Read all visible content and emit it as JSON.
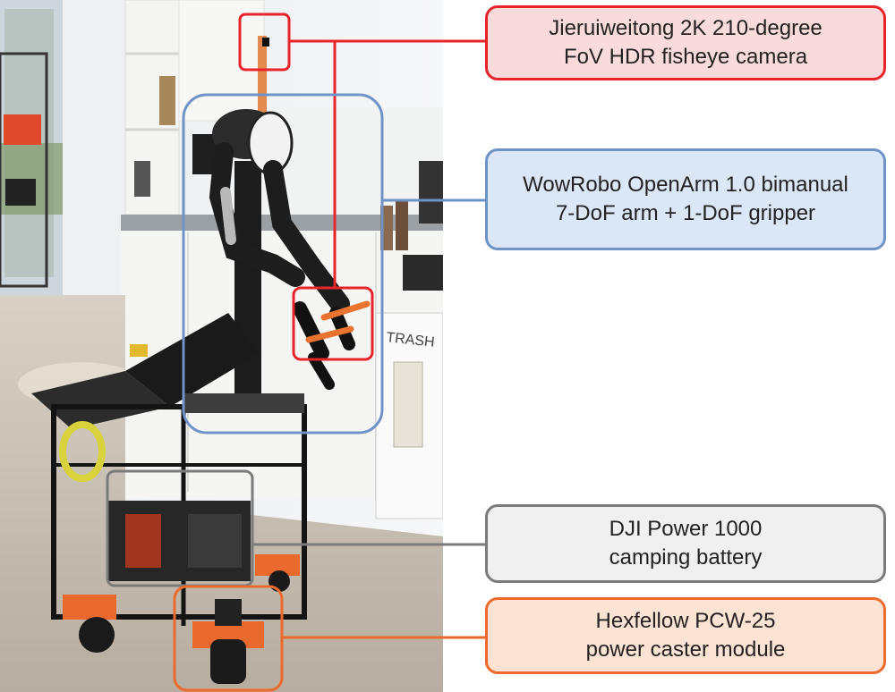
{
  "colors": {
    "camera": "#e8242b",
    "arm": "#6f93c6",
    "battery": "#7b7b7b",
    "caster": "#ec6a2c"
  },
  "photo": {
    "trash_sign": "TRASH"
  },
  "callouts": {
    "camera": {
      "line1": "Jieruiweitong 2K 210-degree",
      "line2": "FoV HDR fisheye camera"
    },
    "arm": {
      "line1": "WowRobo OpenArm 1.0 bimanual",
      "line2": "7-DoF arm + 1-DoF gripper"
    },
    "battery": {
      "line1": "DJI Power 1000",
      "line2": "camping battery"
    },
    "caster": {
      "line1": "Hexfellow PCW-25",
      "line2": "power caster module"
    }
  }
}
